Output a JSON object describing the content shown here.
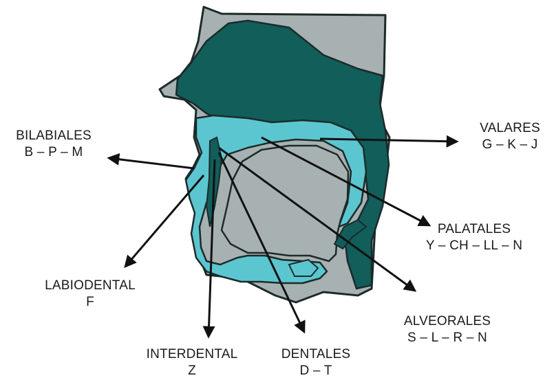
{
  "colors": {
    "dark_teal": "#115e5b",
    "light_cyan": "#5cc6d0",
    "gray": "#a7b1b1",
    "outline": "#1c2a2a",
    "arrow": "#111111"
  },
  "labels": {
    "bilabiales": {
      "name": "BILABIALES",
      "sounds": "B – P – M"
    },
    "valares": {
      "name": "VALARES",
      "sounds": "G – K – J"
    },
    "palatales": {
      "name": "PALATALES",
      "sounds": "Y – CH – LL – N"
    },
    "labiodental": {
      "name": "LABIODENTAL",
      "sounds": "F"
    },
    "alveorales": {
      "name": "ALVEORALES",
      "sounds": "S – L – R – N"
    },
    "interdental": {
      "name": "INTERDENTAL",
      "sounds": "Z"
    },
    "dentales": {
      "name": "DENTALES",
      "sounds": "D – T"
    }
  }
}
